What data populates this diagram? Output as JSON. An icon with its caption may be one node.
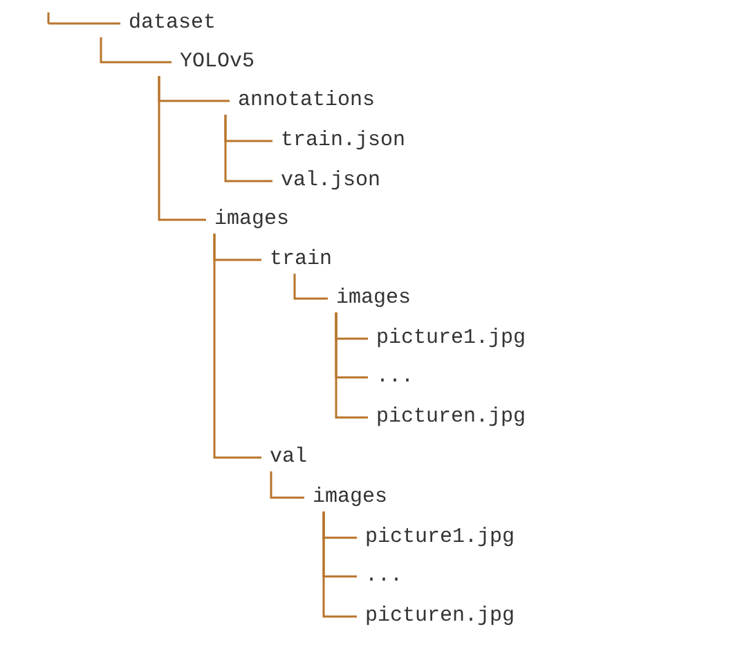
{
  "diagram": {
    "nodes": [
      {
        "text": [
          "dataset"
        ]
      },
      {
        "text": [
          "YOLOv5"
        ]
      },
      {
        "text": [
          "annotations"
        ]
      },
      {
        "text": [
          "train.json"
        ]
      },
      {
        "text": [
          "val.json"
        ]
      },
      {
        "text": [
          "images"
        ]
      },
      {
        "text": [
          "train"
        ]
      },
      {
        "text": [
          "images"
        ]
      },
      {
        "text": [
          "picture1.jpg"
        ]
      },
      {
        "text": [
          "..."
        ]
      },
      {
        "text": [
          "picturen.jpg"
        ]
      },
      {
        "text": [
          "val"
        ]
      },
      {
        "text": [
          "images"
        ]
      },
      {
        "text": [
          "picture1.jpg"
        ]
      },
      {
        "text": [
          "..."
        ]
      },
      {
        "text": [
          "picturen.jpg"
        ]
      }
    ],
    "edges": [
      {
        "from": null,
        "to": 0,
        "arrow": "none"
      },
      {
        "from": 0,
        "to": 1,
        "arrow": "none"
      },
      {
        "from": 1,
        "to": 2,
        "arrow": "none"
      },
      {
        "from": 2,
        "to": 3,
        "arrow": "none"
      },
      {
        "from": 2,
        "to": 4,
        "arrow": "none"
      },
      {
        "from": 1,
        "to": 5,
        "arrow": "none"
      },
      {
        "from": 5,
        "to": 6,
        "arrow": "none"
      },
      {
        "from": 6,
        "to": 7,
        "arrow": "none"
      },
      {
        "from": 7,
        "to": 8,
        "arrow": "none"
      },
      {
        "from": 7,
        "to": 9,
        "arrow": "none"
      },
      {
        "from": 7,
        "to": 10,
        "arrow": "none"
      },
      {
        "from": 5,
        "to": 11,
        "arrow": "none"
      },
      {
        "from": 11,
        "to": 12,
        "arrow": "none"
      },
      {
        "from": 12,
        "to": 13,
        "arrow": "none"
      },
      {
        "from": 12,
        "to": 14,
        "arrow": "none"
      },
      {
        "from": 12,
        "to": 15,
        "arrow": "none"
      }
    ]
  }
}
